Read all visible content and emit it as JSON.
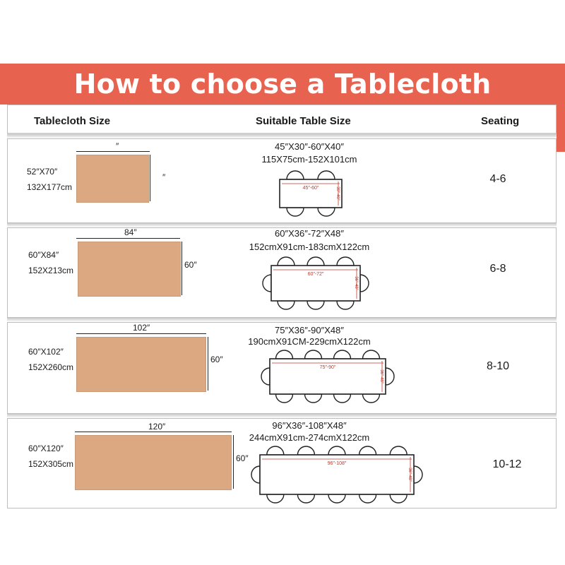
{
  "banner": {
    "title": "How to choose a Tablecloth"
  },
  "header": {
    "col_size": "Tablecloth Size",
    "col_table": "Suitable Table Size",
    "col_seating": "Seating"
  },
  "rows": [
    {
      "size_in": "52″X70″",
      "size_cm": "132X177cm",
      "length_label": "″",
      "width_label": "″",
      "table_in": "45″X30″-60″X40″",
      "table_cm": "115X75cm-152X101cm",
      "table_len_label": "45″-60″",
      "table_wid_label": "30″-40″",
      "chairs_per_side": 2,
      "seating": "4-6"
    },
    {
      "size_in": "60″X84″",
      "size_cm": "152X213cm",
      "length_label": "84″",
      "width_label": "60″",
      "table_in": "60″X36″-72″X48″",
      "table_cm": "152cmX91cm-183cmX122cm",
      "table_len_label": "60″-72″",
      "table_wid_label": "36″-48″",
      "chairs_per_side": 3,
      "seating": "6-8"
    },
    {
      "size_in": "60″X102″",
      "size_cm": "152X260cm",
      "length_label": "102″",
      "width_label": "60″",
      "table_in": "75″X36″-90″X48″",
      "table_cm": "190cmX91CM-229cmX122cm",
      "table_len_label": "75″-90″",
      "table_wid_label": "36″-48″",
      "chairs_per_side": 4,
      "seating": "8-10"
    },
    {
      "size_in": "60″X120″",
      "size_cm": "152X305cm",
      "length_label": "120″",
      "width_label": "60″",
      "table_in": "96″X36″-108″X48″",
      "table_cm": "244cmX91cm-274cmX122cm",
      "table_len_label": "96″-108″",
      "table_wid_label": "36″-48″",
      "chairs_per_side": 5,
      "seating": "10-12"
    }
  ],
  "colors": {
    "banner": "#e8634f",
    "cloth": "#dca882",
    "table_dim": "#c0392b"
  }
}
